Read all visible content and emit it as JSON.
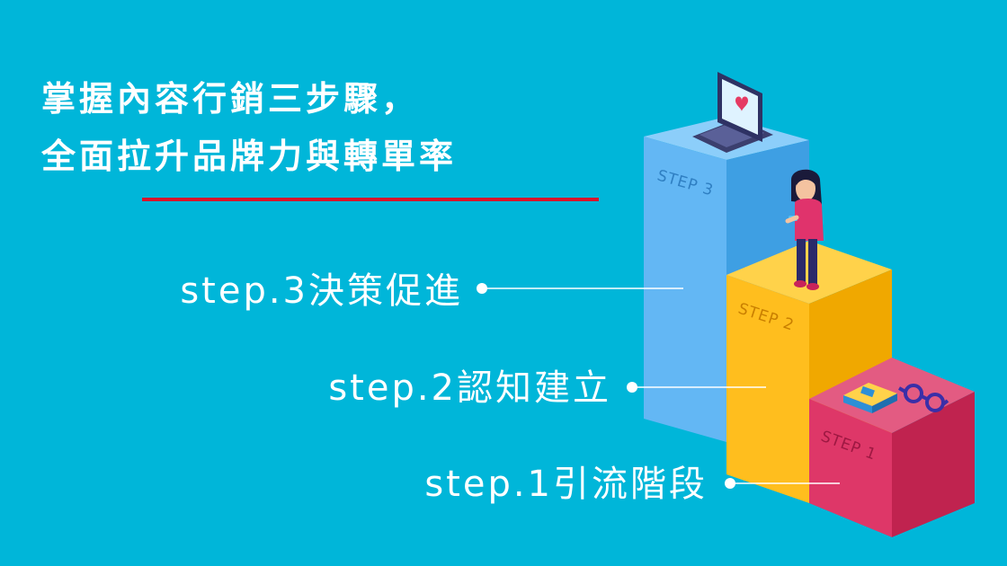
{
  "headline": {
    "line1": "掌握內容行銷三步驟，",
    "line2": "全面拉升品牌力與轉單率"
  },
  "steps": [
    {
      "label": "step.3決策促進",
      "block_text": "STEP 3",
      "color": "#63b7f4"
    },
    {
      "label": "step.2認知建立",
      "block_text": "STEP 2",
      "color": "#ffbe1e"
    },
    {
      "label": "step.1引流階段",
      "block_text": "STEP 1",
      "color": "#de3768"
    }
  ],
  "colors": {
    "background": "#00b6d9",
    "accent_underline": "#d9142b",
    "text": "#ffffff"
  },
  "icons": [
    "laptop-heart-icon",
    "person-with-phone-icon",
    "book-icon",
    "glasses-icon"
  ]
}
